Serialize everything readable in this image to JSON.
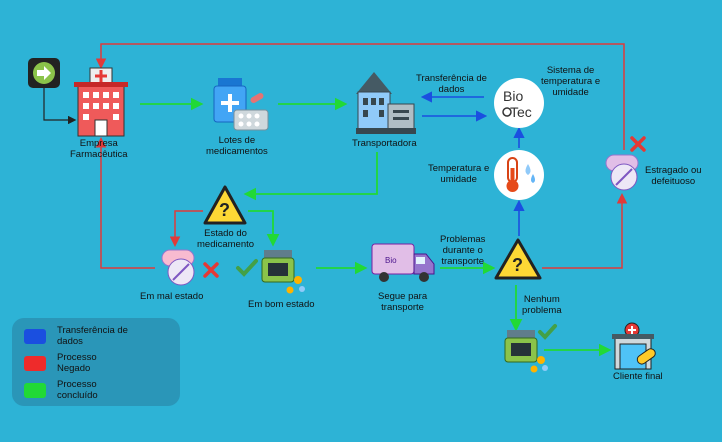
{
  "nodes": {
    "empresa": "Empresa\nFarmacêutica",
    "lotes": "Lotes de\nmedicamentos",
    "transportadora": "Transportadora",
    "transferencia": "Transferência de\ndados",
    "sistema": "Sistema de\ntemperatura e\numidade",
    "temperatura": "Temperatura e\numidade",
    "estragado": "Estragado ou\ndefeituoso",
    "estado": "Estado do\nmedicamento",
    "mal_estado": "Em mal estado",
    "bom_estado": "Em bom estado",
    "segue": "Segue para\ntransporte",
    "problemas": "Problemas\ndurante o\ntransporte",
    "nenhum": "Nenhum\nproblema",
    "cliente": "Cliente final"
  },
  "logo": {
    "line1": "Bio",
    "line2": "Tec"
  },
  "legend": [
    {
      "label": "Transferência de\ndados",
      "color": "#1a4fe0"
    },
    {
      "label": "Processo\nNegado",
      "color": "#ee2b2b"
    },
    {
      "label": "Processo\nconcluído",
      "color": "#21d936"
    }
  ],
  "colors": {
    "background": "#2db3d6",
    "flow_ok": "#21d936",
    "flow_denied": "#e03a3a",
    "flow_data": "#1a4fe0"
  }
}
